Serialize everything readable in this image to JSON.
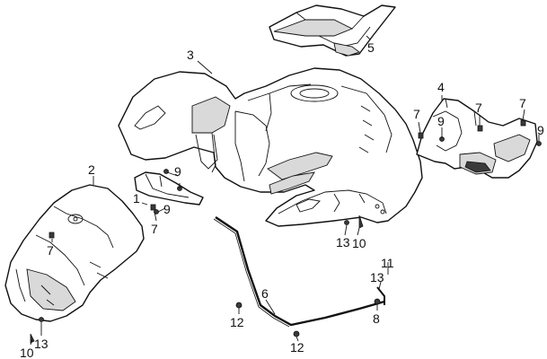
{
  "callouts": {
    "c1": "1",
    "c2": "2",
    "c3": "3",
    "c4": "4",
    "c5": "5",
    "c6": "6",
    "c7a": "7",
    "c7b": "7",
    "c7c": "7",
    "c7d": "7",
    "c7e": "7",
    "c8": "8",
    "c9a": "9",
    "c9b": "9",
    "c9c": "9",
    "c9d": "9",
    "c10a": "10",
    "c10b": "10",
    "c11": "11",
    "c12a": "12",
    "c12b": "12",
    "c13a": "13",
    "c13b": "13",
    "c13c": "13"
  }
}
